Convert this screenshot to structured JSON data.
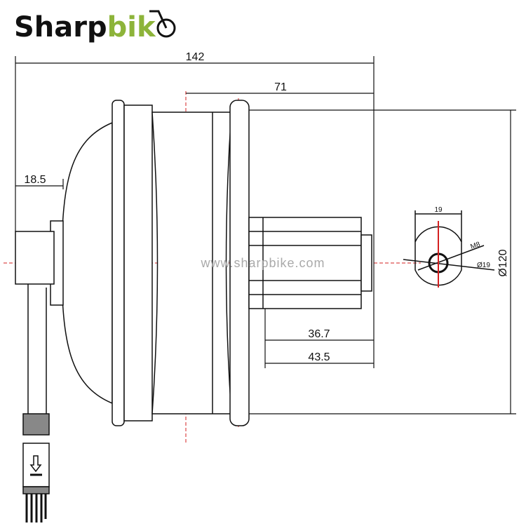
{
  "logo": {
    "dark": "Sharp",
    "accent": "bik",
    "full_text": "Sharpbike",
    "accent_color": "#8db43a"
  },
  "watermark": "www.sharpbike.com",
  "dimensions": {
    "overall_width": "142",
    "half_width": "71",
    "left_offset": "18.5",
    "diameter": "Ø120",
    "freewheel_inner": "36.7",
    "freewheel_outer": "43.5"
  },
  "axle_detail": {
    "flat_width": "19",
    "thread": "M8",
    "diameter": "Ø19"
  },
  "colors": {
    "line": "#111111",
    "centerline": "#d42020"
  }
}
